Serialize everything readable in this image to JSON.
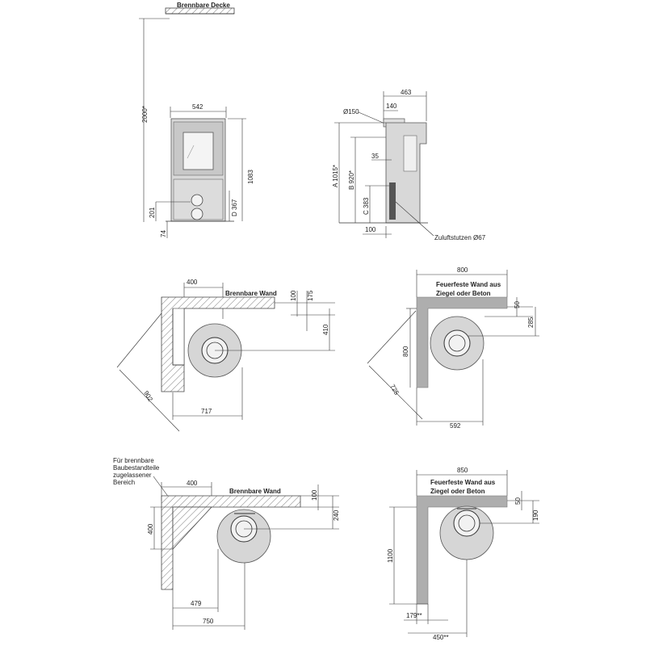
{
  "front": {
    "ceiling_label": "Brennbare Decke",
    "width": "542",
    "height_ceiling": "2000*",
    "height_total": "1083",
    "d_label": "D 367",
    "h201": "201",
    "h74": "74"
  },
  "side": {
    "depth": "463",
    "d140": "140",
    "flue": "Ø150",
    "d35": "35",
    "a_label": "A 1015*",
    "b_label": "B 920*",
    "c_label": "C 383",
    "d100": "100",
    "inlet": "Zuluftstutzen Ø67"
  },
  "plan1": {
    "wall_label": "Brennbare Wand",
    "d400": "400",
    "d100": "100",
    "d175": "175",
    "d410": "410",
    "d902": "902",
    "d717": "717"
  },
  "plan2": {
    "wall_label_1": "Feuerfeste Wand aus",
    "wall_label_2": "Ziegel oder Beton",
    "d800": "800",
    "d50": "50",
    "d285": "285",
    "d800v": "800",
    "d725": "725",
    "d592": "592"
  },
  "plan3": {
    "note_1": "Für brennbare",
    "note_2": "Baubestandteile",
    "note_3": "zugelassener",
    "note_4": "Bereich",
    "d400": "400",
    "wall_label": "Brennbare Wand",
    "d100": "100",
    "d240": "240",
    "d400v": "400",
    "d479": "479",
    "d750": "750"
  },
  "plan4": {
    "d850": "850",
    "wall_label_1": "Feuerfeste Wand aus",
    "wall_label_2": "Ziegel oder Beton",
    "d50": "50",
    "d190": "190",
    "d1100": "1100",
    "d179": "179**",
    "d450": "450**"
  }
}
